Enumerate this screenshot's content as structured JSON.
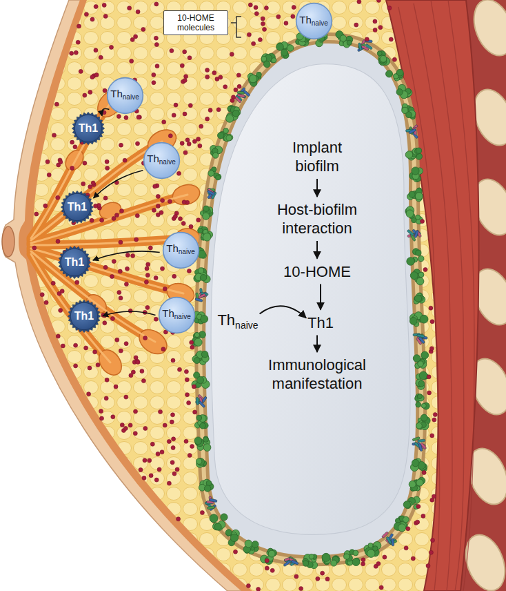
{
  "diagram": {
    "nodes": [
      {
        "text": [
          "10-HOME molecules"
        ]
      },
      {
        "text": [
          "Th",
          "naive"
        ]
      },
      {
        "text": [
          "Th",
          "naive"
        ]
      },
      {
        "text": [
          "Th1"
        ]
      },
      {
        "text": [
          "Th",
          "naive"
        ]
      },
      {
        "text": [
          "Th1"
        ]
      },
      {
        "text": [
          "Th",
          "naive"
        ]
      },
      {
        "text": [
          "Th1"
        ]
      },
      {
        "text": [
          "Th",
          "naive"
        ]
      },
      {
        "text": [
          "Th1"
        ]
      },
      {
        "text": [
          "Implant biofilm"
        ]
      },
      {
        "text": [
          "Host-biofilm interaction"
        ]
      },
      {
        "text": [
          "10-HOME"
        ]
      },
      {
        "text": [
          "Th",
          "naive"
        ]
      },
      {
        "text": [
          "Th1"
        ]
      },
      {
        "text": [
          "Immunological manifestation"
        ]
      }
    ],
    "edges": [
      {
        "from": 2,
        "to": 3,
        "arrow": "to"
      },
      {
        "from": 4,
        "to": 5,
        "arrow": "to"
      },
      {
        "from": 6,
        "to": 7,
        "arrow": "to"
      },
      {
        "from": 8,
        "to": 9,
        "arrow": "to"
      },
      {
        "from": 10,
        "to": 11,
        "arrow": "to"
      },
      {
        "from": 11,
        "to": 12,
        "arrow": "to"
      },
      {
        "from": 12,
        "to": 14,
        "arrow": "to"
      },
      {
        "from": 13,
        "to": 14,
        "arrow": "to"
      },
      {
        "from": 14,
        "to": 15,
        "arrow": "to"
      }
    ]
  }
}
